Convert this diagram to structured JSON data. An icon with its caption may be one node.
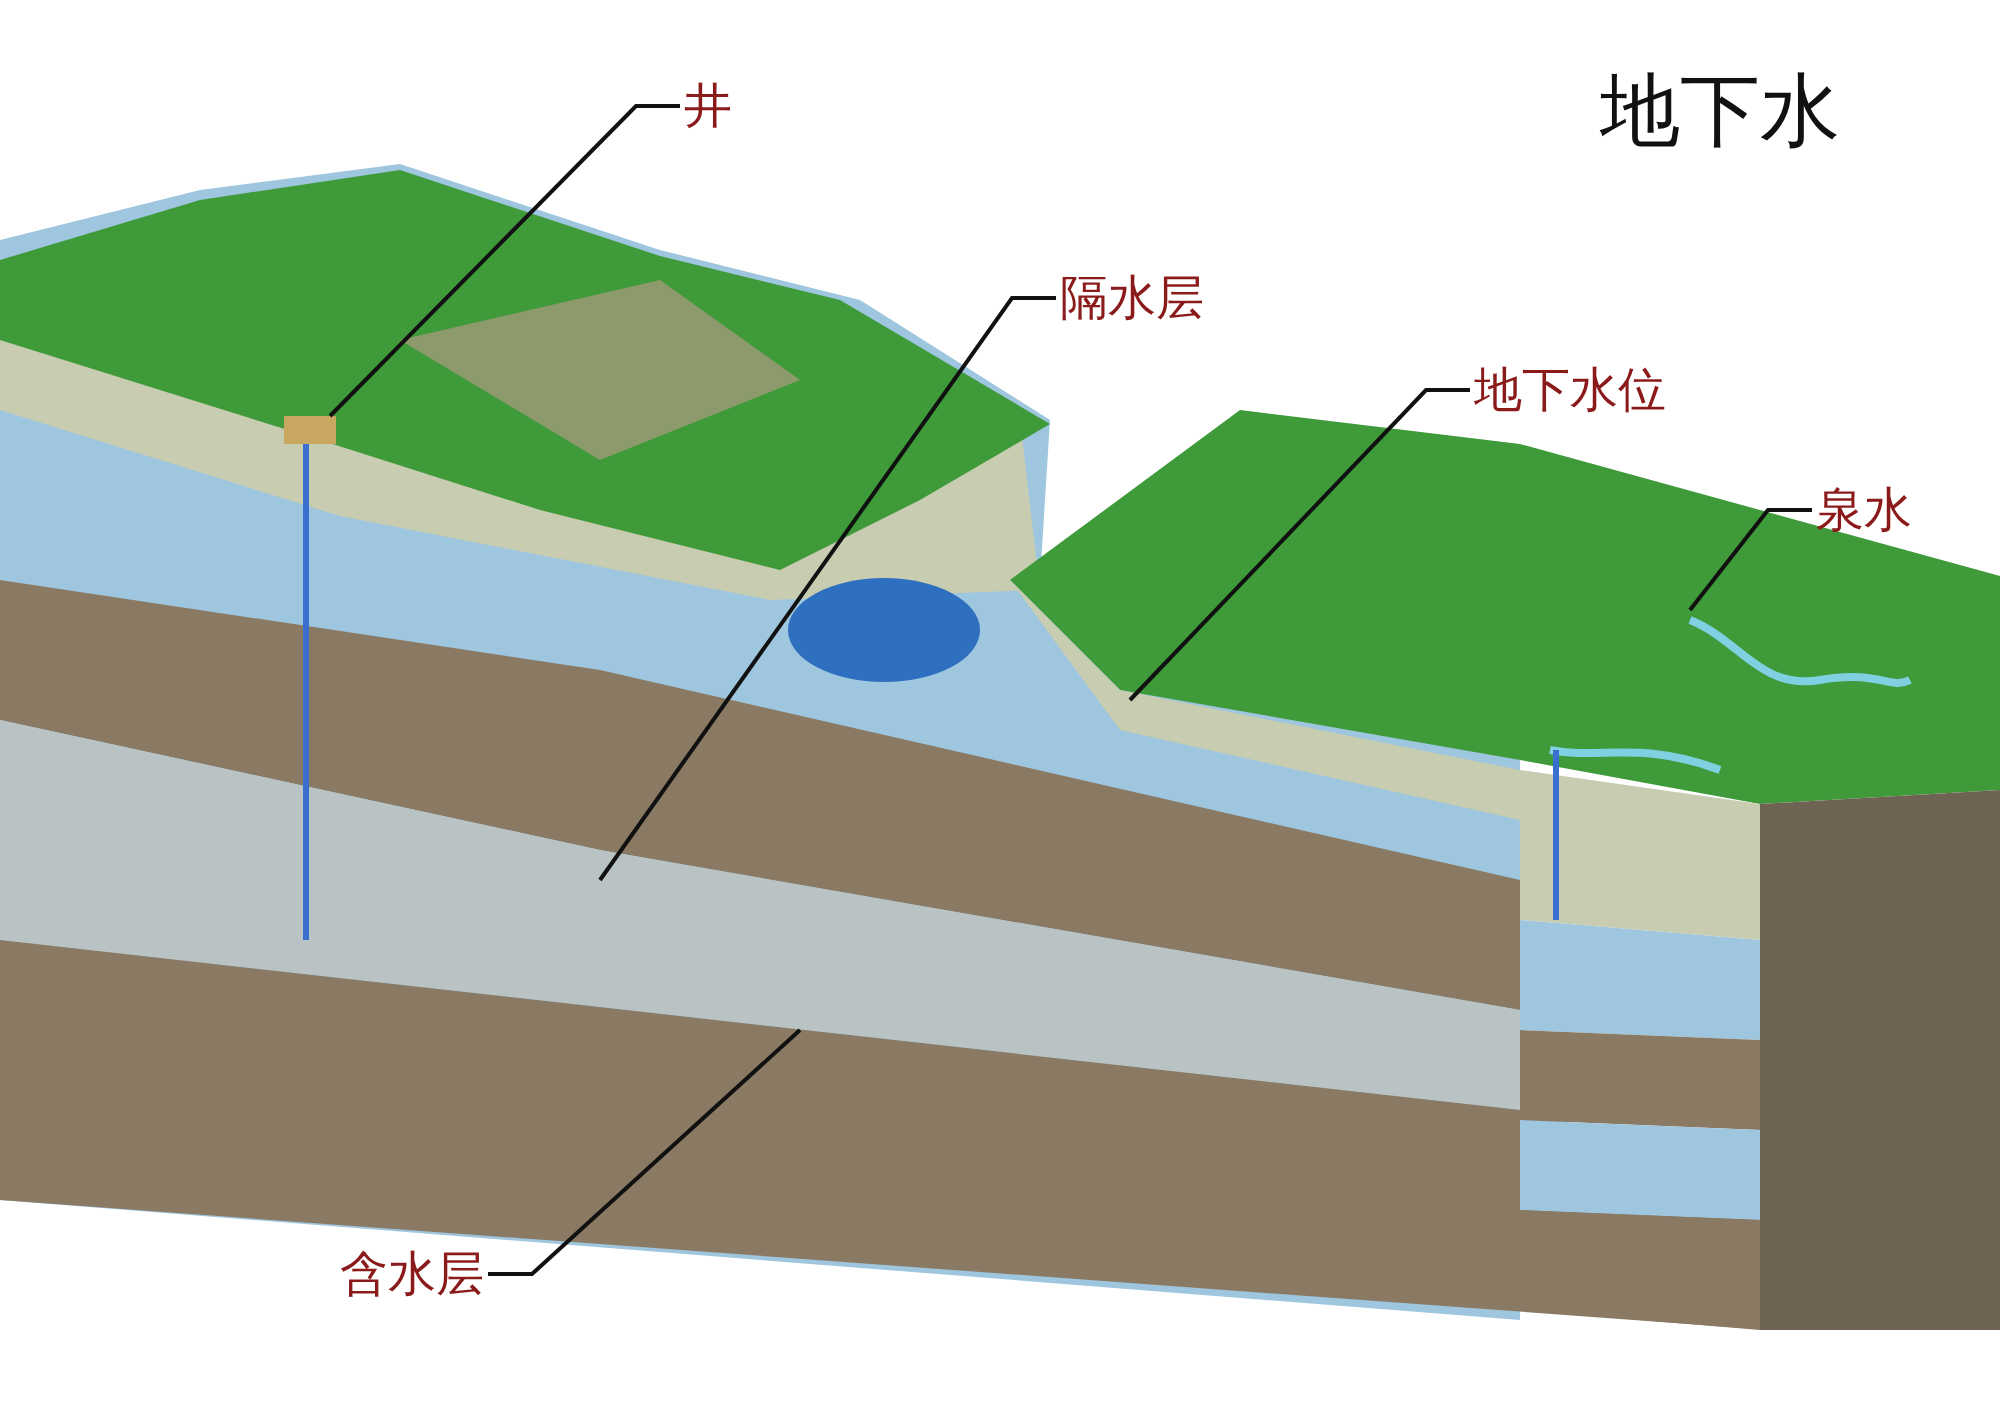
{
  "diagram": {
    "title": "地下水",
    "nodes": [
      {
        "text": [
          "井"
        ]
      },
      {
        "text": [
          "隔水层"
        ]
      },
      {
        "text": [
          "地下水位"
        ]
      },
      {
        "text": [
          "泉水"
        ]
      },
      {
        "text": [
          "含水层"
        ]
      }
    ],
    "edges": [
      {
        "from": 0,
        "to": null,
        "arrow": "none"
      },
      {
        "from": 1,
        "to": null,
        "arrow": "none"
      },
      {
        "from": 2,
        "to": null,
        "arrow": "none"
      },
      {
        "from": 3,
        "to": null,
        "arrow": "none"
      },
      {
        "from": 4,
        "to": null,
        "arrow": "none"
      }
    ]
  }
}
